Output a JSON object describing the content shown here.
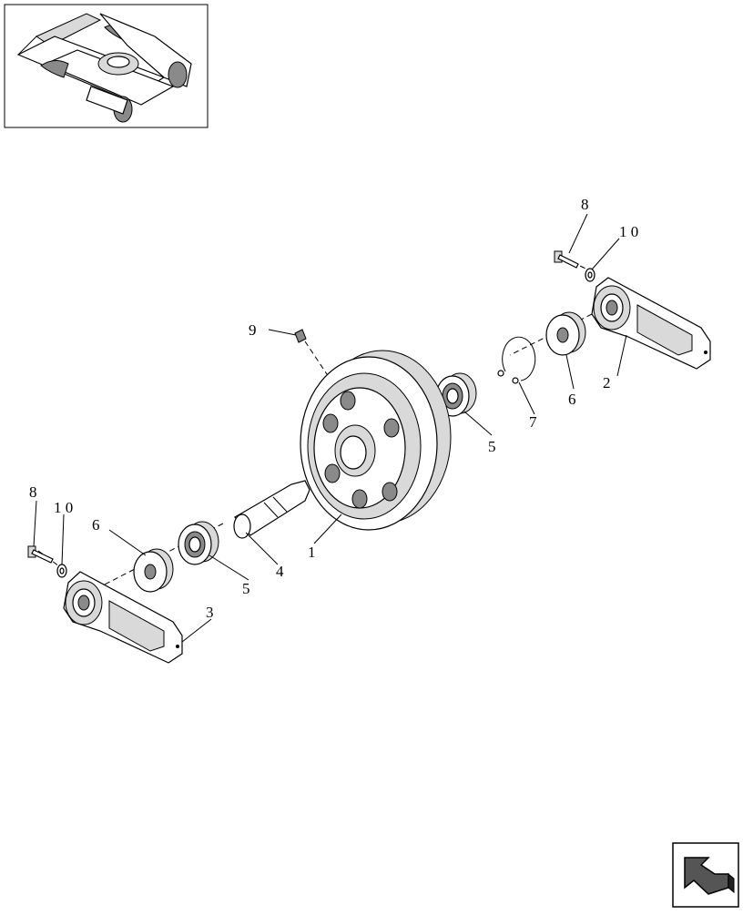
{
  "callouts": {
    "c1": "1",
    "c2": "2",
    "c3": "3",
    "c4": "4",
    "c5a": "5",
    "c5b": "5",
    "c6a": "6",
    "c6b": "6",
    "c7": "7",
    "c8a": "8",
    "c8b": "8",
    "c9": "9",
    "c10a": "1 0",
    "c10b": "1 0"
  },
  "icons": {
    "thumbnail": "undercarriage-thumbnail-image",
    "nav": "return-arrow-icon"
  }
}
